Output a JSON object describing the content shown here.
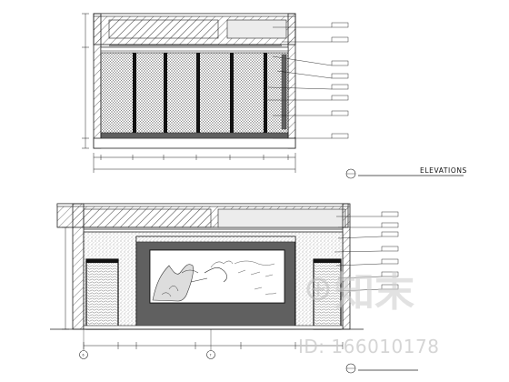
{
  "top_elevation": {
    "tags": [
      "",
      "",
      "",
      "",
      "",
      "",
      "",
      ""
    ],
    "notes": [
      "",
      "",
      "",
      "",
      "",
      "",
      "",
      ""
    ],
    "height_dims": [
      "",
      "",
      ""
    ],
    "width_dims": [
      "",
      "",
      "",
      "",
      "",
      "",
      "",
      "",
      ""
    ],
    "total_dim": ""
  },
  "top_title": {
    "label": "",
    "elevations": "ELEVATIONS",
    "scale": ""
  },
  "bottom_elevation": {
    "tags": [
      "",
      "",
      "",
      "",
      "",
      "",
      ""
    ],
    "notes": [
      "",
      "",
      "",
      "",
      "",
      "",
      ""
    ],
    "height_dim": "",
    "width_dims": [
      "",
      "",
      "",
      "",
      "",
      ""
    ],
    "axis_labels": [
      "6",
      "7"
    ]
  },
  "bottom_title": {
    "label": ""
  },
  "watermark": {
    "id": "ID: 166010178",
    "brand_cn": "知末"
  }
}
